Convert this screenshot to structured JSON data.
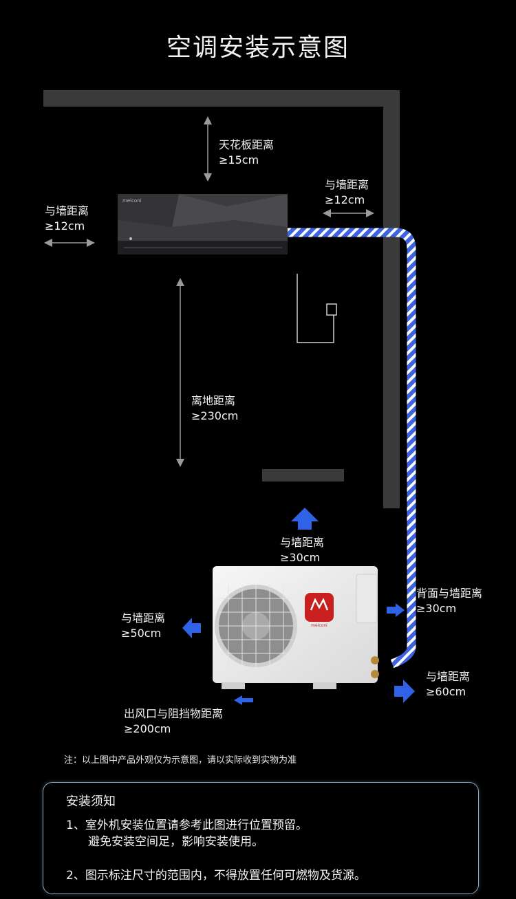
{
  "title": "空调安装示意图",
  "labels": {
    "ceiling": {
      "name": "天花板距离",
      "value": "≥15cm"
    },
    "indoor_left": {
      "name": "与墙距离",
      "value": "≥12cm"
    },
    "indoor_right": {
      "name": "与墙距离",
      "value": "≥12cm"
    },
    "floor": {
      "name": "离地距离",
      "value": "≥230cm"
    },
    "outdoor_top": {
      "name": "与墙距离",
      "value": "≥30cm"
    },
    "outdoor_back": {
      "name": "背面与墙距离",
      "value": "≥30cm"
    },
    "outdoor_left": {
      "name": "与墙距离",
      "value": "≥50cm"
    },
    "outdoor_right": {
      "name": "与墙距离",
      "value": "≥60cm"
    },
    "outlet": {
      "name": "出风口与阻挡物距离",
      "value": "≥200cm"
    }
  },
  "indoor_brand": "meiconi",
  "outdoor_brand": "meiconi",
  "note": "注：以上图中产品外观仅为示意图，请以实际收到实物为准",
  "notice": {
    "title": "安装须知",
    "line1": "1、室外机安装位置请参考此图进行位置预留。",
    "line1b": "避免安装空间足，影响安装使用。",
    "line2": "2、图示标注尺寸的范围内，不得放置任何可燃物及货源。"
  },
  "colors": {
    "background": "#000000",
    "wall": "#3a3a3a",
    "pipe": "#3d63e0",
    "arrow_blue": "#2f62e6",
    "arrow_gray": "#9a9a9a"
  }
}
